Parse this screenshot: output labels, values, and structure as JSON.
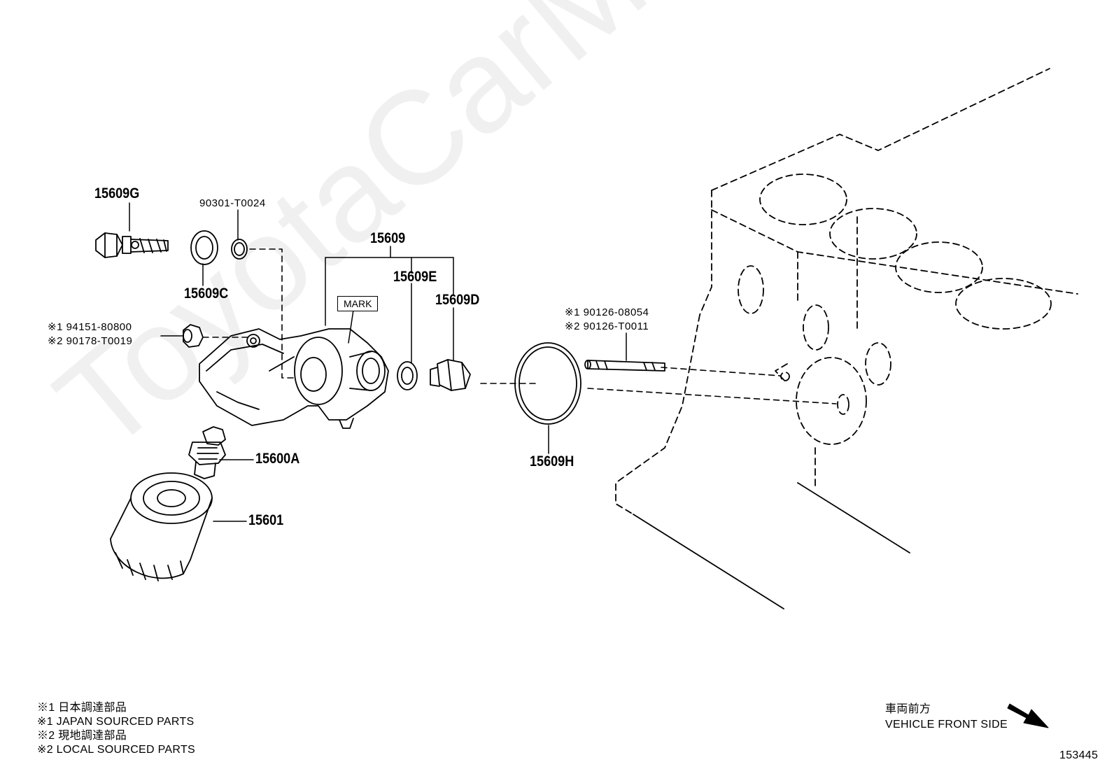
{
  "watermark": "ToyotaCarMine.ru",
  "labels": {
    "p15609G": "15609G",
    "p90301": "90301-T0024",
    "p15609C": "15609C",
    "p15609": "15609",
    "p15609E": "15609E",
    "p15609D": "15609D",
    "mark": "MARK",
    "pA1": "※1 94151-80800",
    "pA2": "※2 90178-T0019",
    "pB1": "※1 90126-08054",
    "pB2": "※2 90126-T0011",
    "p15600A": "15600A",
    "p15601": "15601",
    "p15609H": "15609H"
  },
  "notes": [
    "※1  日本調達部品",
    "※1  JAPAN SOURCED PARTS",
    "※2  現地調達部品",
    "※2  LOCAL SOURCED PARTS"
  ],
  "front": {
    "jp": "車両前方",
    "en": "VEHICLE FRONT SIDE"
  },
  "diagram_number": "153445"
}
